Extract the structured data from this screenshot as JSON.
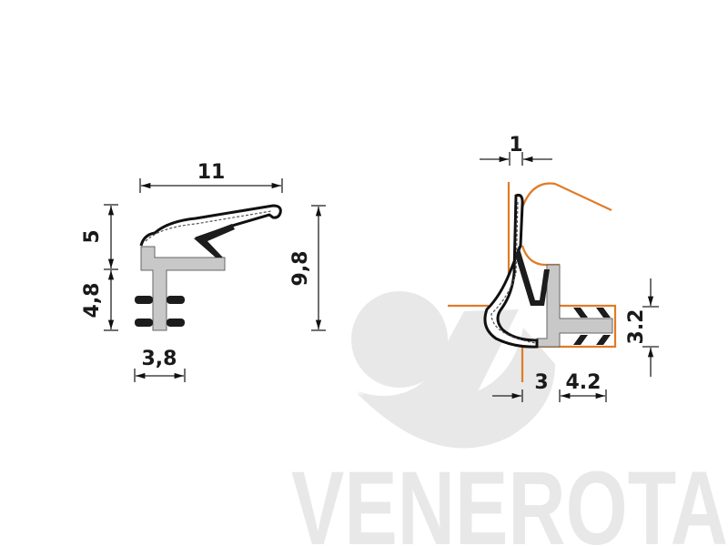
{
  "brand": {
    "watermark": "VENEROTA",
    "watermark_color": "#e8e8e8"
  },
  "left_profile": {
    "dimensions": {
      "width": "11",
      "lip_height": "5",
      "base_height": "4,8",
      "total_height": "9,8",
      "stem_width": "3,8"
    }
  },
  "right_profile": {
    "dimensions": {
      "lip_thickness": "1",
      "offset": "3",
      "groove_depth": "4.2",
      "groove_width": "3.2"
    },
    "frame_color": "#e07b26"
  }
}
